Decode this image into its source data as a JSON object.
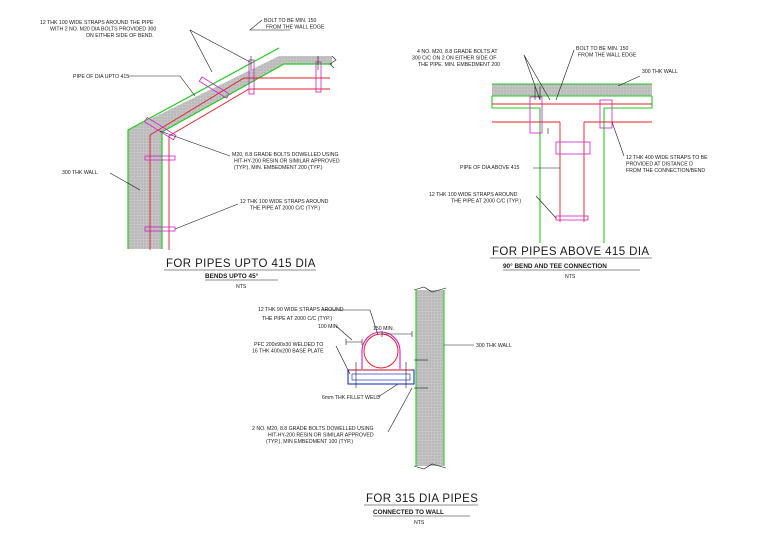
{
  "colors": {
    "wall_hatch": "#b8b8b8",
    "wall_edge": "#22cc22",
    "pipe": "#e0202a",
    "strap": "#d21ec8",
    "steel": "#2233bb",
    "ink": "#1a1a1a"
  },
  "detail_bends": {
    "title": "FOR PIPES UPTO 415 DIA",
    "subtitle": "BENDS UPTO 45°",
    "scale": "NTS",
    "notes": {
      "straps_bend": [
        "12 THK 100 WIDE STRAPS AROUND THE PIPE",
        "WITH 2 NO. M20 DIA BOLTS PROVIDED 300",
        "ON EITHER SIDE OF BEND."
      ],
      "bolt_edge": [
        "BOLT TO BE MIN. 150",
        "FROM THE WALL EDGE"
      ],
      "pipe_dia": [
        "PIPE OF DIA UPTO 415"
      ],
      "bolts": [
        "M20, 8.8 GRADE BOLTS DOWELLED USING",
        "HIT-HY-200 RESIN OR SIMILAR APPROVED",
        "(TYP.), MIN. EMBEDMENT 200 (TYP.)"
      ],
      "wall": [
        "300 THK WALL"
      ],
      "straps_typ": [
        "12 THK 100 WIDE STRAPS AROUND",
        "THE PIPE AT 2000 C/C (TYP.)"
      ]
    }
  },
  "detail_tee": {
    "title": "FOR PIPES ABOVE 415 DIA",
    "subtitle": "90° BEND AND TEE CONNECTION",
    "scale": "NTS",
    "notes": {
      "bolts": [
        "4 NO. M20, 8.8 GRADE BOLTS AT",
        "300 C/C ON 2 ON EITHER SIDE OF",
        "THE PIPE. MIN. EMBEDMENT 200"
      ],
      "bolt_edge": [
        "BOLT TO BE MIN. 150",
        "FROM THE WALL EDGE"
      ],
      "wall": [
        "300 THK WALL"
      ],
      "straps_400": [
        "12 THK 400 WIDE STRAPS TO BE",
        "PROVIDED AT DISTANCE D",
        "FROM THE CONNECTION/BEND"
      ],
      "pipe_dia": [
        "PIPE OF DIA ABOVE 415"
      ],
      "straps_typ": [
        "12 THK 100 WIDE STRAPS AROUND",
        "THE PIPE AT 2000 C/C (TYP.)"
      ]
    }
  },
  "detail_wall": {
    "title": "FOR 315 DIA PIPES",
    "subtitle": "CONNECTED TO WALL",
    "scale": "NTS",
    "notes": {
      "straps": [
        "12 THK 90 WIDE STRAPS AROUND",
        "THE PIPE AT 2000 C/C (TYP.)"
      ],
      "min100": "100 MIN.",
      "min150": "150 MIN.",
      "pfc": [
        "PFC 200x90x30 WELDED TO",
        "16 THK 400x200 BASE PLATE"
      ],
      "wall": [
        "300 THK WALL"
      ],
      "weld": [
        "6mm THK FILLET WELD"
      ],
      "bolts": [
        "2 NO. M20, 8.8 GRADE BOLTS DOWELLED USING",
        "HIT-HY-200 RESIN OR SIMILAR APPROVED",
        "(TYP.), MIN EMBEDMENT 100 (TYP.)"
      ]
    }
  }
}
